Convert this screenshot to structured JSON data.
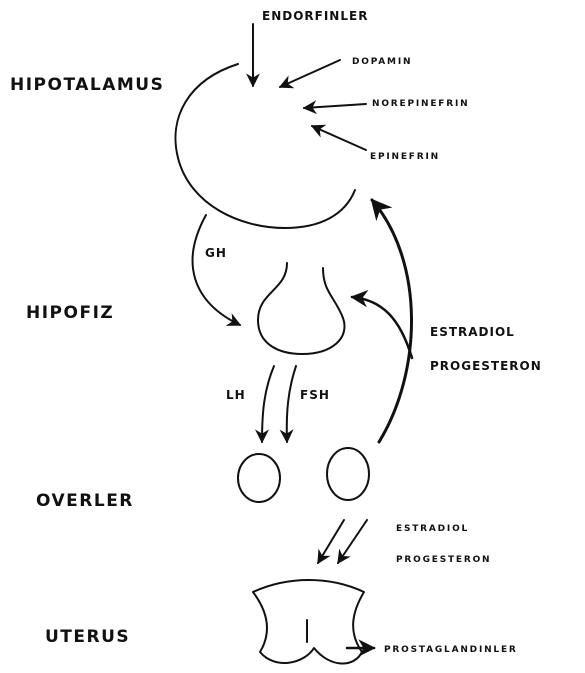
{
  "organs": {
    "hypothalamus": "HIPOTALAMUS",
    "pituitary": "HIPOFIZ",
    "ovaries": "OVERLER",
    "uterus": "UTERUS"
  },
  "neurotransmitters": {
    "endorphins": "ENDORFINLER",
    "dopamine": "DOPAMIN",
    "norepinephrine": "NOREPINEFRIN",
    "epinephrine": "EPINEFRIN"
  },
  "hormones": {
    "gh": "GH",
    "lh": "LH",
    "fsh": "FSH",
    "feedback_estradiol": "ESTRADIOL",
    "feedback_progesterone": "PROGESTERON",
    "uterus_estradiol": "ESTRADIOL",
    "uterus_progesterone": "PROGESTERON",
    "prostaglandins": "PROSTAGLANDINLER"
  }
}
